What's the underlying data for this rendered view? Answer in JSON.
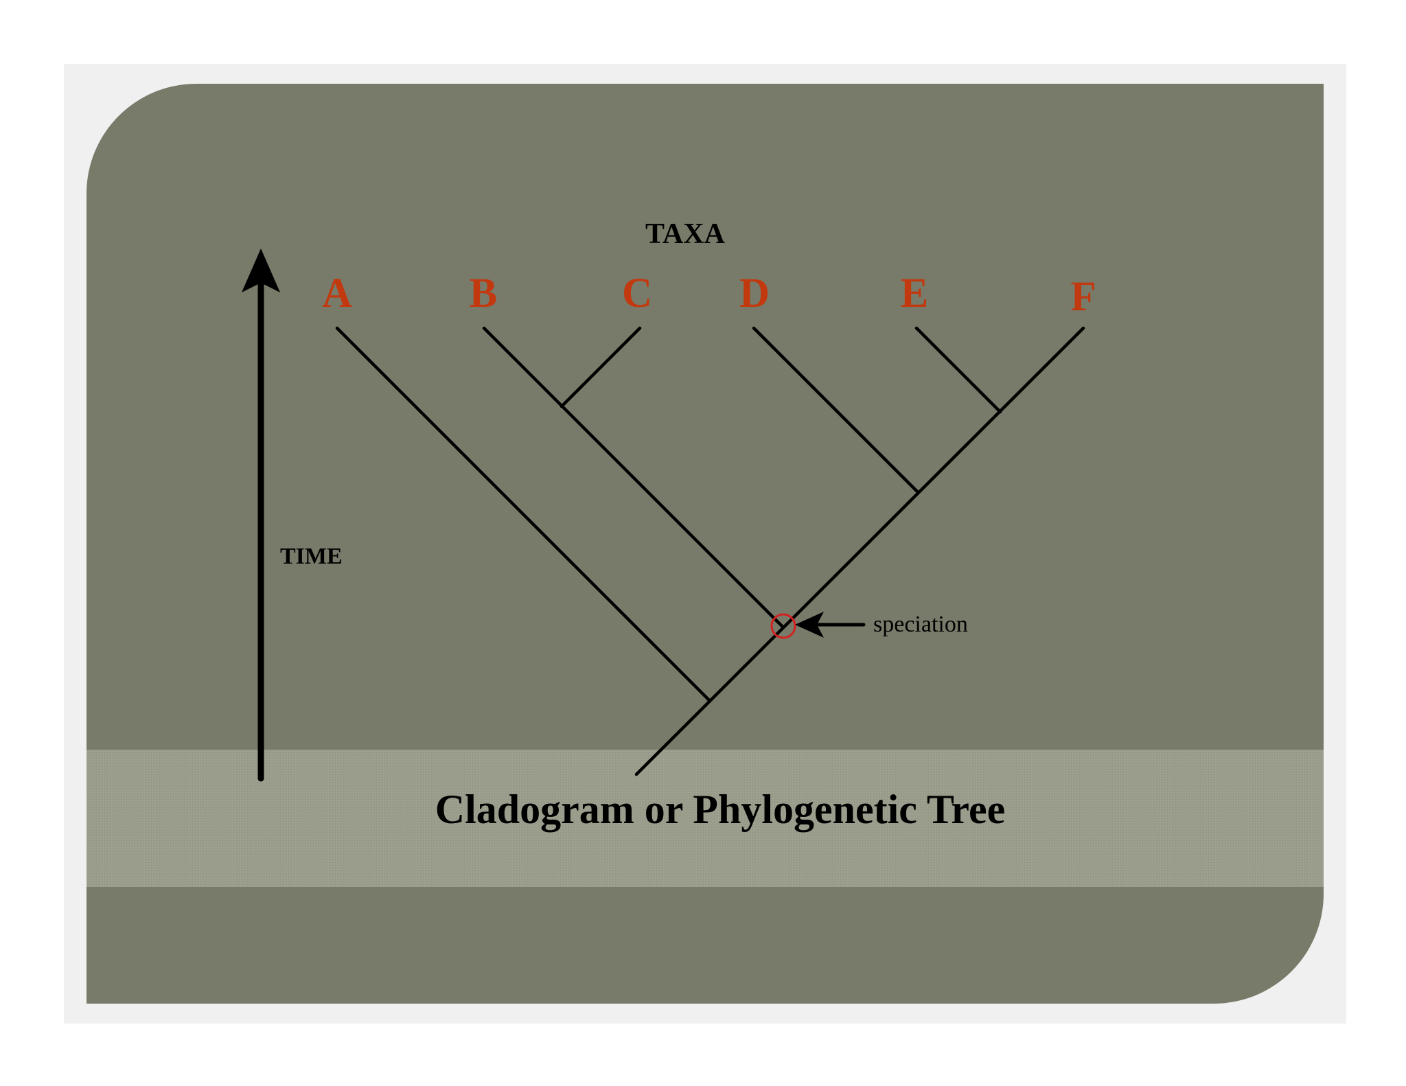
{
  "diagram": {
    "heading": "TAXA",
    "time_label": "TIME",
    "annotation": "speciation",
    "title": "Cladogram or Phylogenetic Tree",
    "taxa": [
      "A",
      "B",
      "C",
      "D",
      "E",
      "F"
    ]
  },
  "colors": {
    "page": "#ffffff",
    "frame": "#f0f0f0",
    "panel": "#787b69",
    "band": "#9a9d8c",
    "line": "#000000",
    "taxon_text": "#c2390f",
    "marker": "#d42020"
  }
}
